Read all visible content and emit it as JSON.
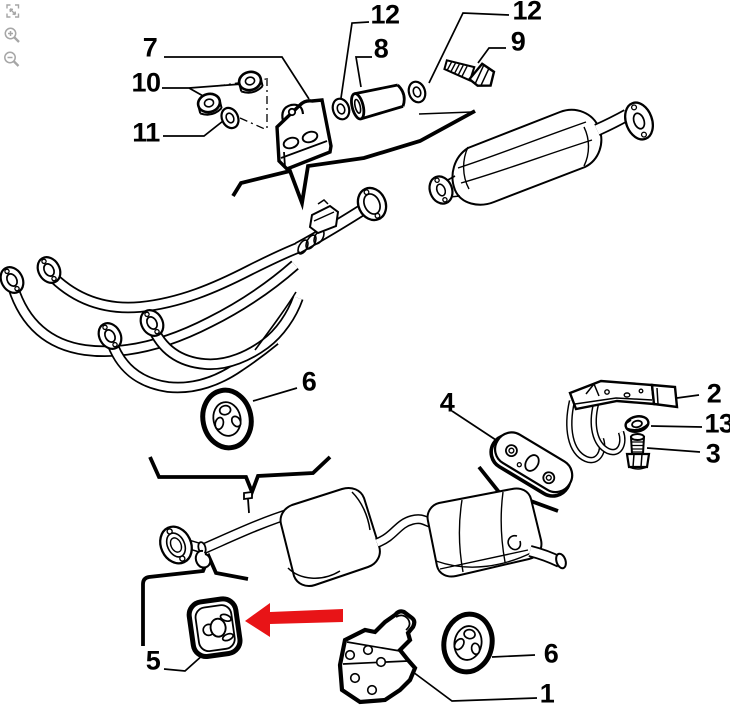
{
  "viewer": {
    "controls": [
      {
        "icon": "fit-to-screen-icon"
      },
      {
        "icon": "zoom-in-icon"
      },
      {
        "icon": "zoom-out-icon"
      }
    ]
  },
  "diagram": {
    "background_color": "#ffffff",
    "line_color": "#000000",
    "callouts": [
      "7",
      "10",
      "11",
      "12",
      "8",
      "12",
      "9",
      "6",
      "4",
      "2",
      "13",
      "3",
      "5",
      "6",
      "1"
    ],
    "highlight_arrow": {
      "color": "#e81417",
      "direction": "left",
      "points_to_callout": "5"
    }
  }
}
